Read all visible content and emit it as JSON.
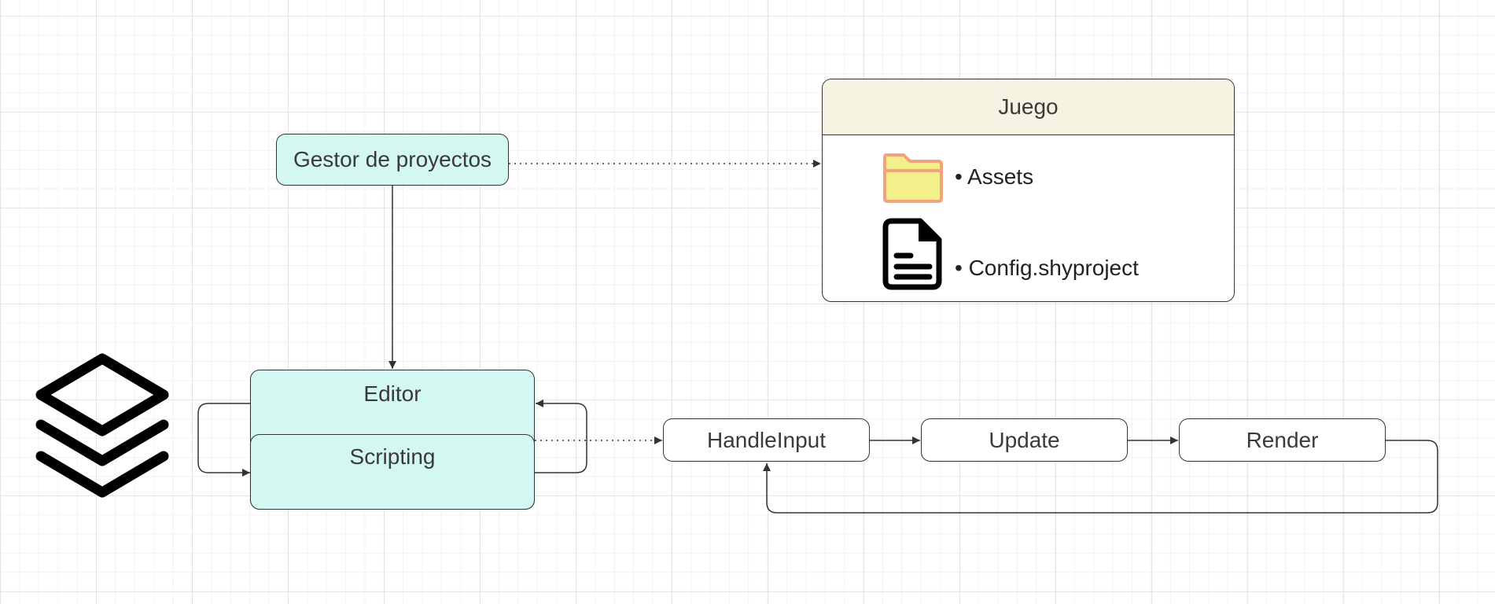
{
  "diagram": {
    "nodes": {
      "gestor": "Gestor de proyectos",
      "editor": "Editor",
      "scripting": "Scripting",
      "handle_input": "HandleInput",
      "update": "Update",
      "render": "Render"
    },
    "juego": {
      "title": "Juego",
      "items": [
        "• Assets",
        "• Config.shyproject"
      ]
    },
    "icons": [
      "layers-icon",
      "folder-icon",
      "document-icon"
    ],
    "colors": {
      "teal_fill": "#d3f7f1",
      "juego_header": "#f6f3e2",
      "folder_fill": "#f3ef8a",
      "folder_stroke": "#f2a37c",
      "line": "#333333"
    }
  }
}
